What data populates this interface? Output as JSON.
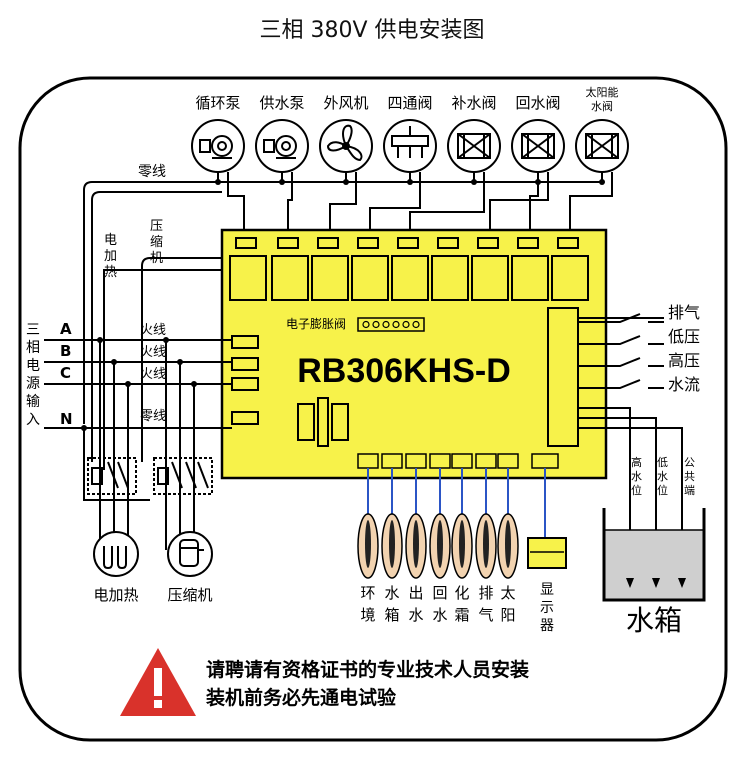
{
  "title": "三相 380V 供电安装图",
  "devices": [
    {
      "label": "循环泵",
      "icon": "pump-icon"
    },
    {
      "label": "供水泵",
      "icon": "pump-icon"
    },
    {
      "label": "外风机",
      "icon": "fan-icon"
    },
    {
      "label": "四通阀",
      "icon": "four-way-valve-icon"
    },
    {
      "label": "补水阀",
      "icon": "valve-icon"
    },
    {
      "label": "回水阀",
      "icon": "valve-icon"
    },
    {
      "label": "太阳能",
      "label2": "水阀",
      "icon": "valve-icon"
    }
  ],
  "neutral_top": "零线",
  "board": {
    "model": "RB306KHS-D",
    "eev": "电子膨胀阀",
    "board_color": "#f7f24a"
  },
  "left_vertical": {
    "heater": [
      "电",
      "加",
      "热"
    ],
    "compressor": [
      "压",
      "缩",
      "机"
    ]
  },
  "power_input": {
    "vertical": [
      "三",
      "相",
      "电",
      "源",
      "输",
      "入"
    ]
  },
  "phases": [
    {
      "letter": "A",
      "label": "火线"
    },
    {
      "letter": "B",
      "label": "火线"
    },
    {
      "letter": "C",
      "label": "火线"
    },
    {
      "letter": "N",
      "label": "零线"
    }
  ],
  "switches": [
    "排气",
    "低压",
    "高压",
    "水流"
  ],
  "sensors": [
    [
      "环",
      "境"
    ],
    [
      "水",
      "箱"
    ],
    [
      "出",
      "水"
    ],
    [
      "回",
      "水"
    ],
    [
      "化",
      "霜"
    ],
    [
      "排",
      "气"
    ],
    [
      "太",
      "阳"
    ]
  ],
  "display": [
    "显",
    "示",
    "器"
  ],
  "level": {
    "high": [
      "高",
      "水",
      "位"
    ],
    "low": [
      "低",
      "水",
      "位"
    ],
    "common": [
      "公",
      "共",
      "端"
    ]
  },
  "tank": "水箱",
  "bottom_labels": {
    "heater": "电加热",
    "compressor": "压缩机"
  },
  "warning": {
    "line1": "请聘请有资格证书的专业技术人员安装",
    "line2": "装机前务必先通电试验",
    "color": "#d9322b"
  }
}
